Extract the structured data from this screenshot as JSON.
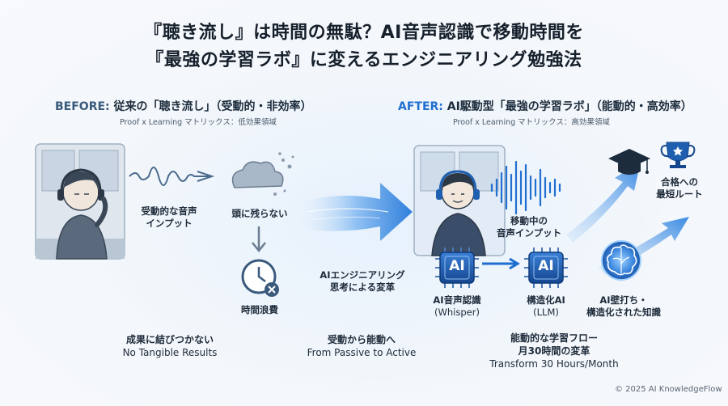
{
  "title": {
    "line1": "『聴き流し』は時間の無駄？AI音声認識で移動時間を",
    "line2": "『最強の学習ラボ』に変えるエンジニアリング勉強法"
  },
  "before": {
    "lead": "BEFORE:",
    "heading": " 従来の「聴き流し」（受動的・非効率）",
    "subheading": "Proof x Learning マトリックス：低効果領域",
    "audio_input_label": [
      "受動的な音声",
      "インプット"
    ],
    "not_retained_label": "頭に残らない",
    "time_waste_label": "時間浪費",
    "result_jp": "成果に結びつかない",
    "result_en": "No Tangible Results"
  },
  "transition": {
    "label": [
      "AIエンジニアリング",
      "思考による変革"
    ],
    "caption_jp": "受動から能動へ",
    "caption_en": "From Passive to Active"
  },
  "after": {
    "lead": "AFTER:",
    "heading": " AI駆動型「最強の学習ラボ」（能動的・高効率）",
    "subheading": "Proof x Learning マトリックス：高効果領域",
    "audio_input_label": [
      "移動中の",
      "音声インプット"
    ],
    "goal_label": [
      "合格への",
      "最短ルート"
    ],
    "chip1_text": "AI",
    "chip1_label": [
      "AI音声認識",
      "(Whisper)"
    ],
    "chip2_text": "AI",
    "chip2_label": [
      "構造化AI",
      "(LLM)"
    ],
    "brain_label": [
      "AI壁打ち・",
      "構造化された知識"
    ],
    "flow_title": "能動的な学習フロー",
    "flow_jp": "月30時間の変革",
    "flow_en": "Transform 30 Hours/Month"
  },
  "copyright": "© 2025 AI KnowledgeFlow",
  "colors": {
    "accent_blue": "#1f6fd1",
    "before_blue": "#3a5a7c",
    "chip_blue": "#1e5fb8",
    "arrow_light": "#bcd9f6",
    "arrow_mid": "#4c95e6"
  }
}
